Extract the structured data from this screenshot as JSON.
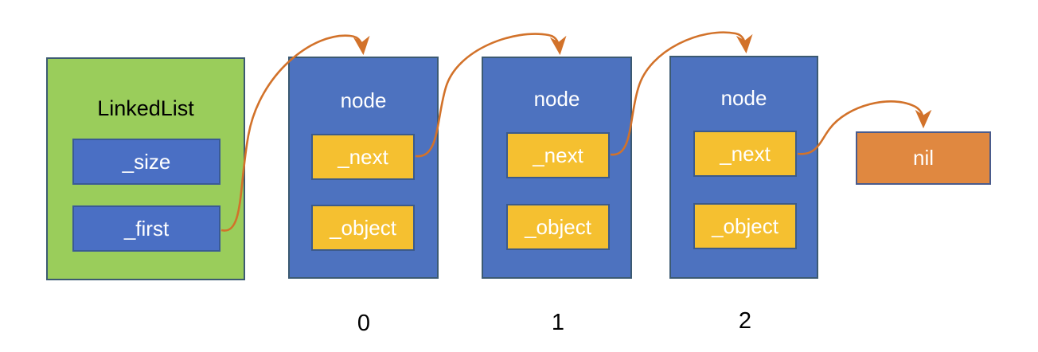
{
  "diagram": {
    "title": "LinkedList singly-linked node chain",
    "colors": {
      "container_green": "#9acd5b",
      "node_blue": "#4d72bf",
      "field_blue": "#4a6fc4",
      "field_yellow": "#f5c030",
      "nil_orange": "#e08840",
      "border_navy": "#3c5a72",
      "arrow_orange": "#d2722a",
      "text_white": "#ffffff",
      "text_black": "#000000",
      "background": "#ffffff"
    },
    "container": {
      "label": "LinkedList",
      "fields": [
        {
          "label": "_size"
        },
        {
          "label": "_first"
        }
      ]
    },
    "nodes": [
      {
        "title": "node",
        "index_label": "0",
        "fields": [
          {
            "label": "_next"
          },
          {
            "label": "_object"
          }
        ]
      },
      {
        "title": "node",
        "index_label": "1",
        "fields": [
          {
            "label": "_next"
          },
          {
            "label": "_object"
          }
        ]
      },
      {
        "title": "node",
        "index_label": "2",
        "fields": [
          {
            "label": "_next"
          },
          {
            "label": "_object"
          }
        ]
      }
    ],
    "terminator": {
      "label": "nil"
    },
    "arrows": [
      {
        "name": "first-to-node0",
        "from": "_first",
        "to": "node 0"
      },
      {
        "name": "node0-next-to-node1",
        "from": "node 0 _next",
        "to": "node 1"
      },
      {
        "name": "node1-next-to-node2",
        "from": "node 1 _next",
        "to": "node 2"
      },
      {
        "name": "node2-next-to-nil",
        "from": "node 2 _next",
        "to": "nil"
      }
    ]
  }
}
